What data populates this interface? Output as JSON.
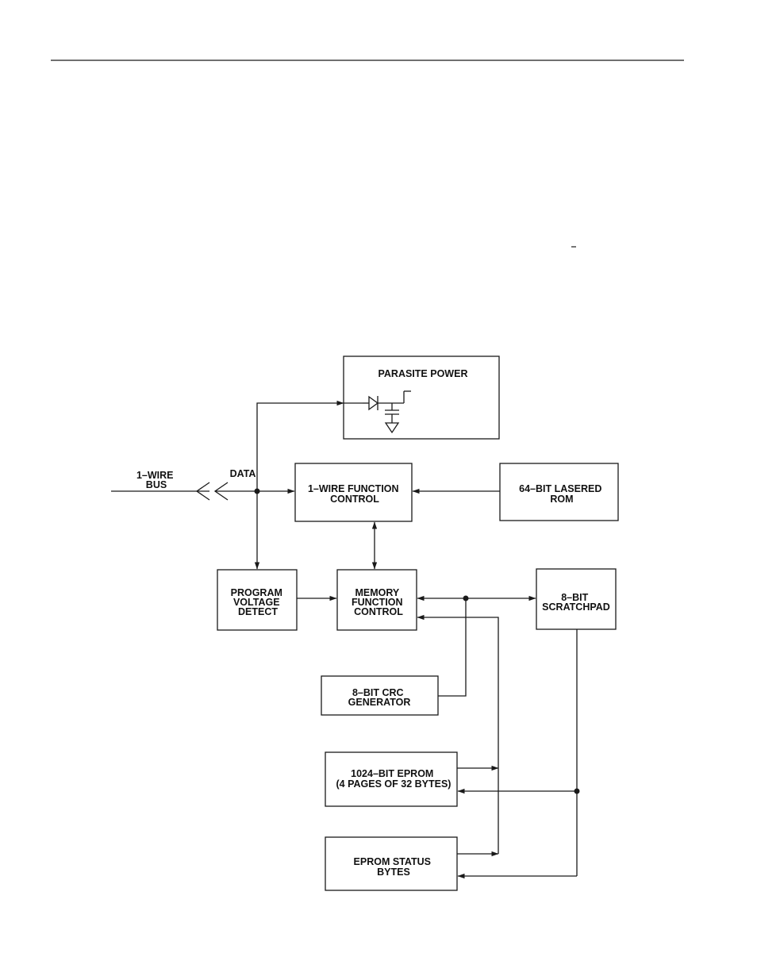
{
  "diagram": {
    "blocks": {
      "parasite_power": [
        "PARASITE POWER"
      ],
      "wire_function_control": [
        "1–WIRE FUNCTION",
        "CONTROL"
      ],
      "lasered_rom": [
        "64–BIT LASERED",
        "ROM"
      ],
      "program_voltage_detect": [
        "PROGRAM",
        "VOLTAGE",
        "DETECT"
      ],
      "memory_function_control": [
        "MEMORY",
        "FUNCTION",
        "CONTROL"
      ],
      "scratchpad": [
        "8–BIT",
        "SCRATCHPAD"
      ],
      "crc_generator": [
        "8–BIT CRC",
        "GENERATOR"
      ],
      "eprom": [
        "1024–BIT EPROM",
        "(4 PAGES OF 32 BYTES)"
      ],
      "eprom_status": [
        "EPROM STATUS",
        "BYTES"
      ]
    },
    "labels": {
      "bus": [
        "1–WIRE",
        "BUS"
      ],
      "data": "DATA"
    }
  }
}
